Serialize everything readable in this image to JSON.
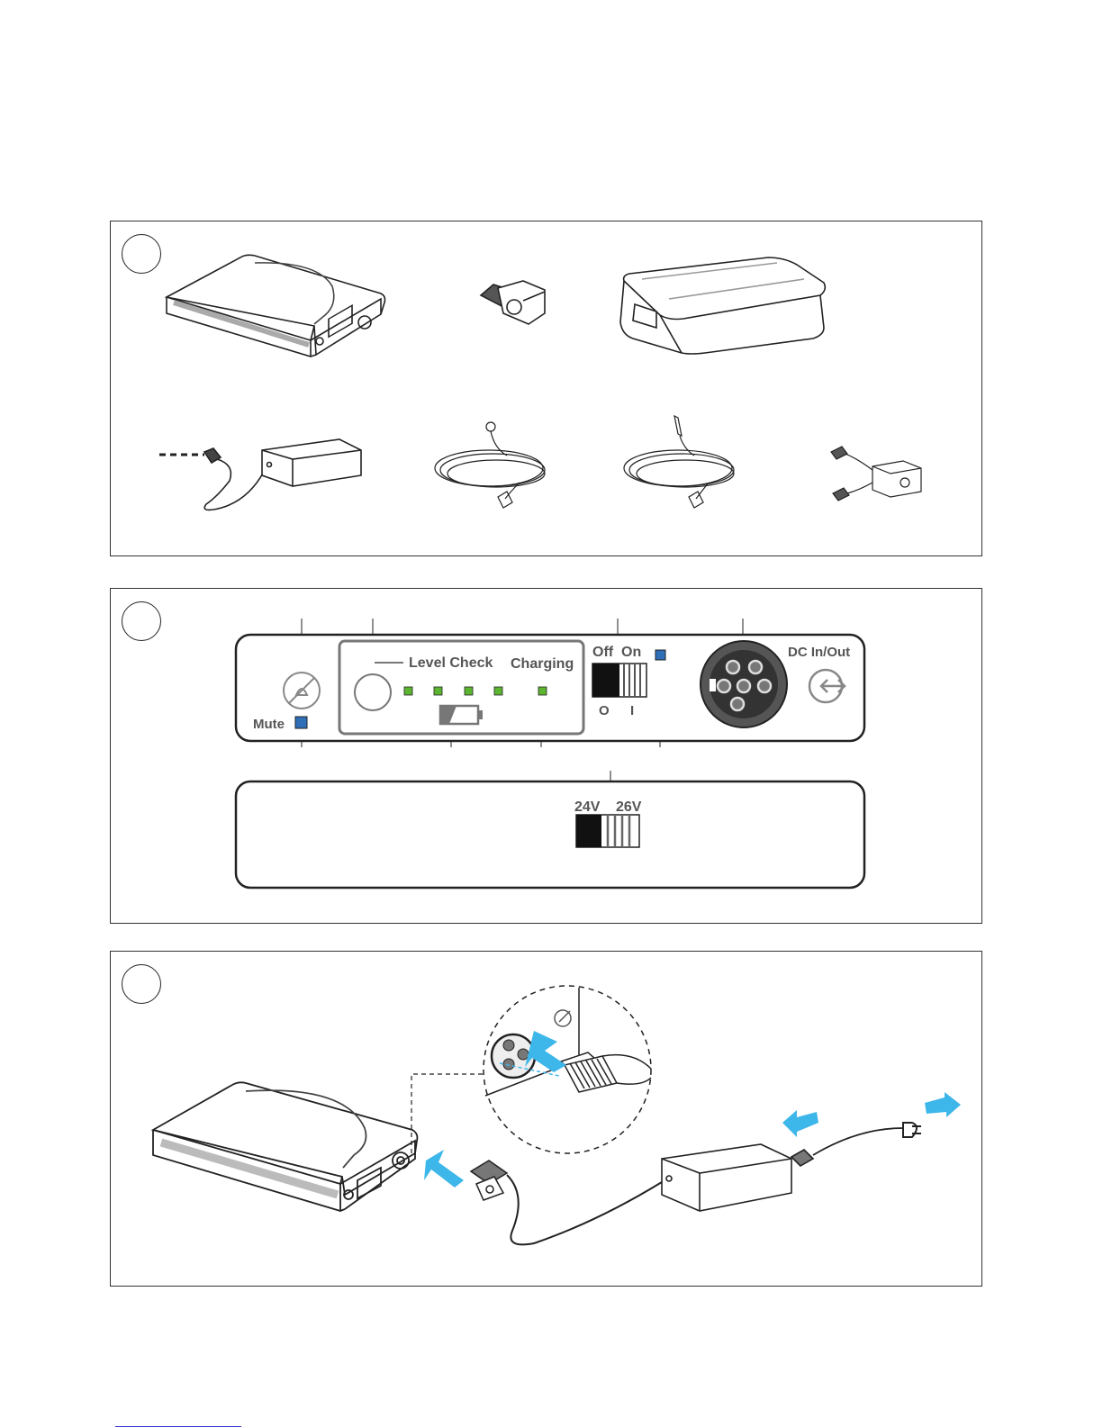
{
  "panels": [
    {
      "id": "1",
      "badge": ""
    },
    {
      "id": "2",
      "badge": ""
    },
    {
      "id": "3",
      "badge": ""
    }
  ],
  "control_panel": {
    "mute_label": "Mute",
    "level_check_label": "Level Check",
    "charging_label": "Charging",
    "off_label": "Off",
    "on_label": "On",
    "switch_off_symbol": "O",
    "switch_on_symbol": "I",
    "dc_label": "DC In/Out",
    "voltage_low_label": "24V",
    "voltage_high_label": "26V"
  },
  "colors": {
    "led_green": "#5cb531",
    "led_blue": "#2e6fb8",
    "arrow_blue": "#3db6ea",
    "line": "#222222"
  },
  "icons": [
    "battery-pack",
    "xlr-adapter",
    "carry-bag",
    "power-supply",
    "cable",
    "y-adapter",
    "mute-icon",
    "dc-io-icon",
    "battery-icon",
    "power-plug-icon"
  ]
}
